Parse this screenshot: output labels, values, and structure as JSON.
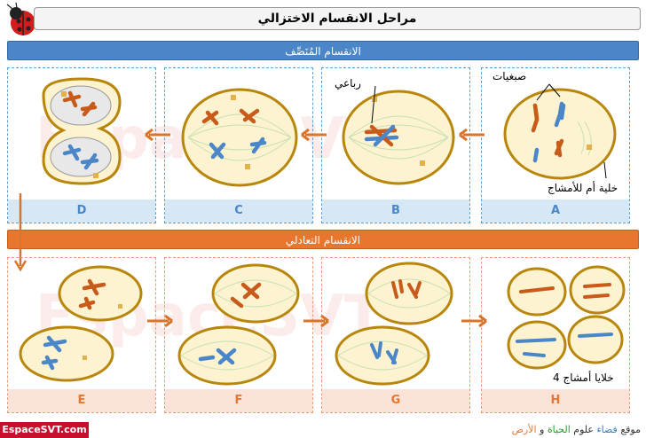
{
  "title": "مراحل الانقسام الاختزالي",
  "banner_top": "الانقسام المُنَصِّف",
  "banner_bottom": "الانقسام التعادلي",
  "panels": {
    "A": "A",
    "B": "B",
    "C": "C",
    "D": "D",
    "E": "E",
    "F": "F",
    "G": "G",
    "H": "H"
  },
  "labels": {
    "chromosomes": "صبغيات",
    "tetrad": "رباعي",
    "mother_cell": "خلية أم للأمشاج",
    "four_gametes": "4 خلايا أمشاج"
  },
  "watermark": "EspaceSVT",
  "footer": {
    "site": "EspaceSVT.com",
    "tagline_1": "موقع",
    "tagline_2": "فضاء",
    "tagline_3": "علوم",
    "tagline_4": "الحياة",
    "tagline_5": "و",
    "tagline_6": "الأرض"
  },
  "colors": {
    "blue_banner": "#4a86c8",
    "orange_banner": "#e8762e",
    "cell_fill": "#fdf3d0",
    "cell_border": "#b8860b",
    "chrom_orange": "#c85a1a",
    "chrom_blue": "#4a86c8"
  },
  "icons": {
    "logo": "ladybug-icon"
  }
}
